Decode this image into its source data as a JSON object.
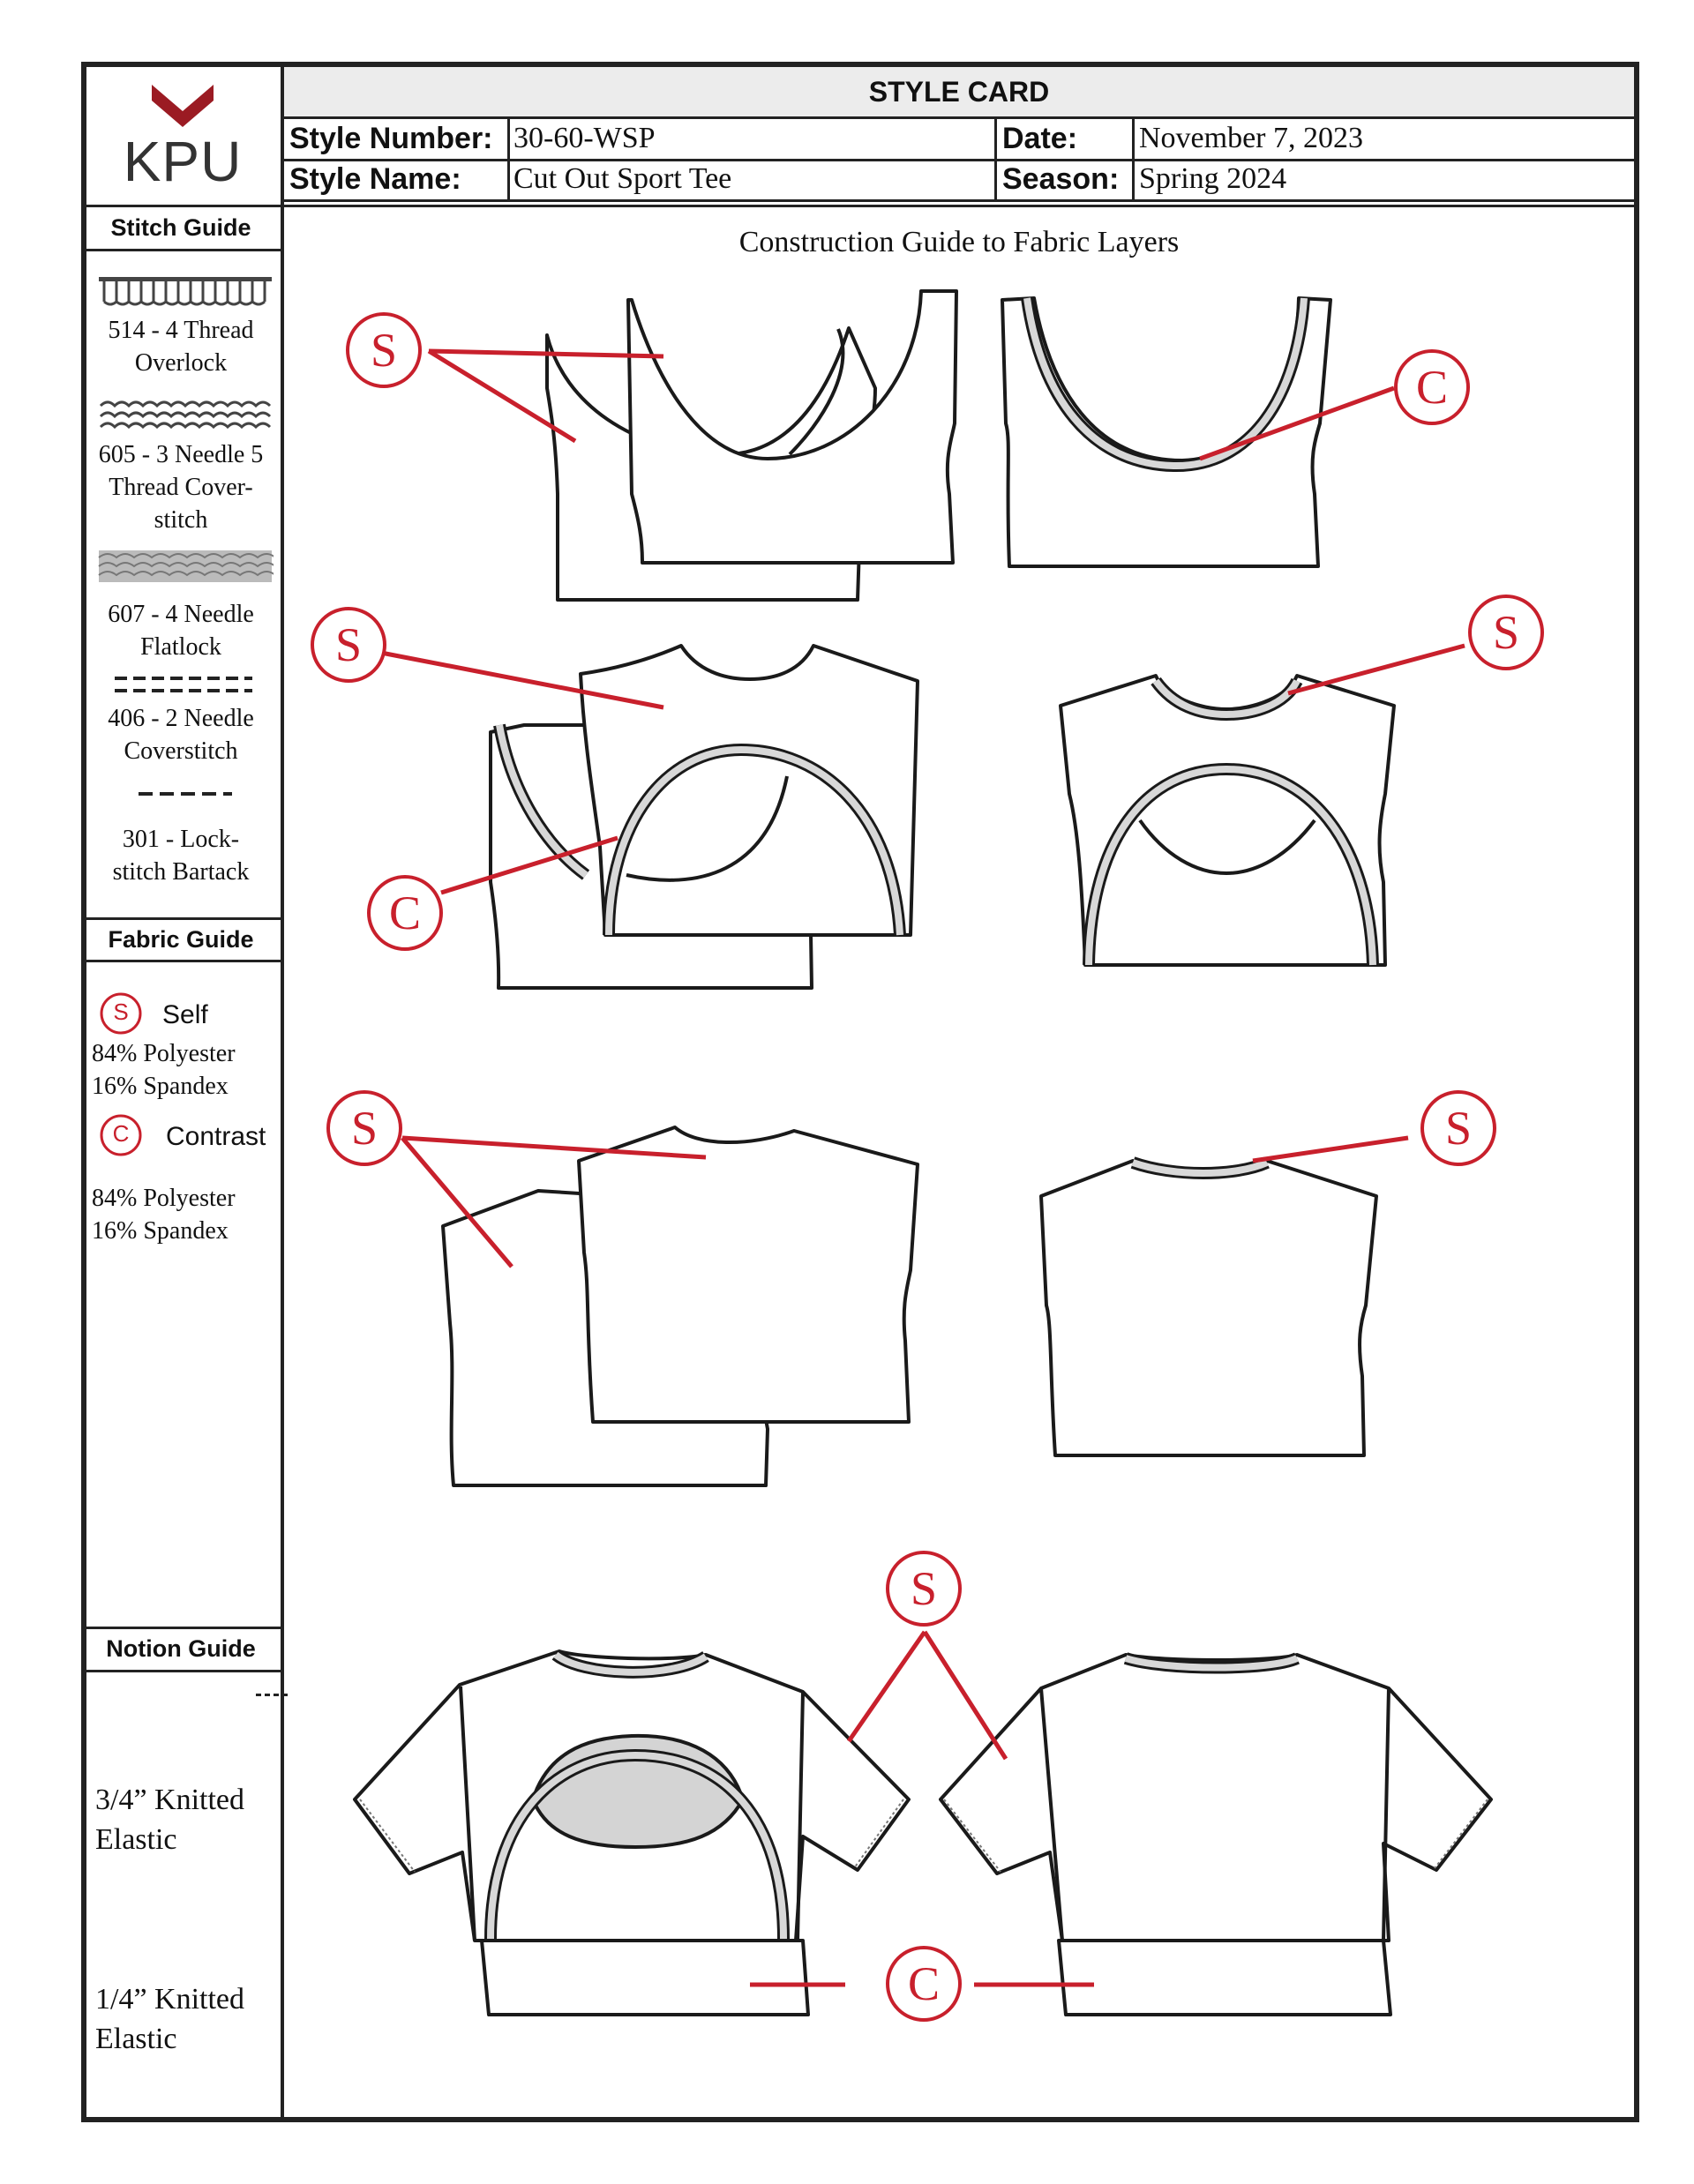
{
  "header": {
    "title": "STYLE CARD",
    "logo_text": "KPU",
    "style_number_label": "Style Number:",
    "style_number": "30-60-WSP",
    "date_label": "Date:",
    "date": "November 7, 2023",
    "style_name_label": "Style Name:",
    "style_name": "Cut Out Sport Tee",
    "season_label": "Season:",
    "season": "Spring 2024"
  },
  "stitch_guide": {
    "title": "Stitch Guide",
    "items": [
      {
        "line1": "514 - 4 Thread",
        "line2": "Overlock"
      },
      {
        "line1": "605 - 3 Needle 5",
        "line2": "Thread Cover-",
        "line3": "stitch"
      },
      {
        "line1": "607 - 4 Needle",
        "line2": "Flatlock"
      },
      {
        "line1": "406 - 2 Needle",
        "line2": "Coverstitch"
      },
      {
        "line1": "301 - Lock-",
        "line2": "stitch Bartack"
      }
    ]
  },
  "fabric_guide": {
    "title": "Fabric Guide",
    "self_symbol": "S",
    "self_label": "Self",
    "self_line1": "84% Polyester",
    "self_line2": "16% Spandex",
    "contrast_symbol": "C",
    "contrast_label": "Contrast",
    "contrast_line1": "84% Polyester",
    "contrast_line2": "16% Spandex"
  },
  "notion_guide": {
    "title": "Notion Guide",
    "item1_line1": "3/4” Knitted",
    "item1_line2": "Elastic",
    "item2_line1": "1/4” Knitted",
    "item2_line2": "Elastic"
  },
  "main": {
    "title": "Construction Guide to Fabric Layers",
    "markers": {
      "self": "S",
      "contrast": "C"
    }
  },
  "colors": {
    "accent_red": "#c8202c",
    "line": "#222222",
    "contrast_fill": "#d4d4d4"
  }
}
